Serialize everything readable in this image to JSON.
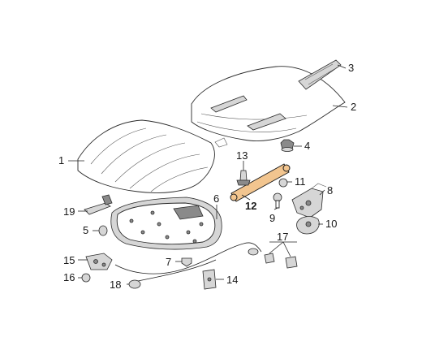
{
  "callouts": [
    {
      "id": "c1",
      "text": "1"
    },
    {
      "id": "c2",
      "text": "2"
    },
    {
      "id": "c3",
      "text": "3"
    },
    {
      "id": "c4",
      "text": "4"
    },
    {
      "id": "c5",
      "text": "5"
    },
    {
      "id": "c6",
      "text": "6"
    },
    {
      "id": "c7",
      "text": "7"
    },
    {
      "id": "c8",
      "text": "8"
    },
    {
      "id": "c9",
      "text": "9"
    },
    {
      "id": "c10",
      "text": "10"
    },
    {
      "id": "c11",
      "text": "11"
    },
    {
      "id": "c12",
      "text": "12"
    },
    {
      "id": "c13",
      "text": "13"
    },
    {
      "id": "c14",
      "text": "14"
    },
    {
      "id": "c15",
      "text": "15"
    },
    {
      "id": "c16",
      "text": "16"
    },
    {
      "id": "c17",
      "text": "17"
    },
    {
      "id": "c18",
      "text": "18"
    },
    {
      "id": "c19",
      "text": "19"
    }
  ],
  "colors": {
    "highlight_part": "#f2c58f",
    "line": "#222222"
  }
}
